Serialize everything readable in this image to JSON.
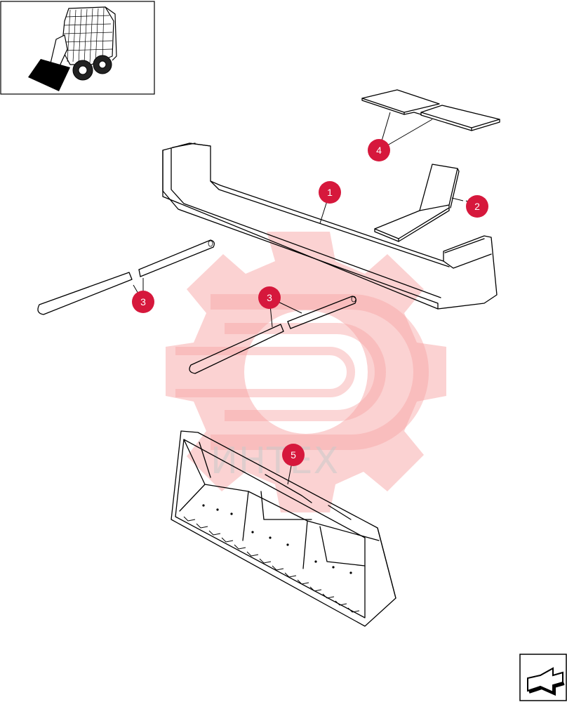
{
  "watermark": {
    "text": "ИНТЕХ",
    "color": "#f25a5a"
  },
  "callouts": [
    {
      "label": "1"
    },
    {
      "label": "2"
    },
    {
      "label": "3"
    },
    {
      "label": "3"
    },
    {
      "label": "4"
    },
    {
      "label": "5"
    }
  ],
  "colors": {
    "callout_fill": "#d6183c",
    "line": "#000000"
  },
  "thumbnail": {
    "icon": "skid-steer-loader-icon"
  },
  "nav": {
    "icon": "next-page-arrow-icon"
  }
}
